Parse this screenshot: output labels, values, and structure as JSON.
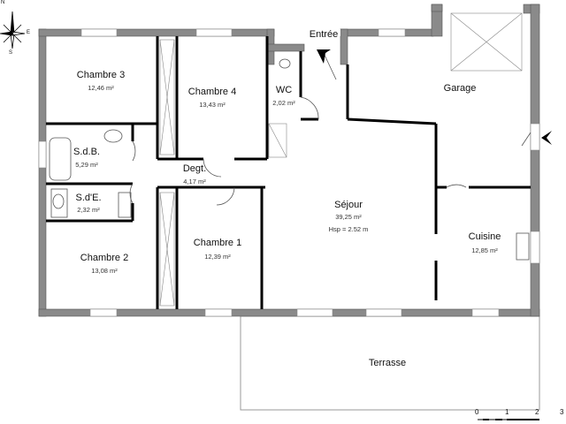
{
  "compass": {
    "north": "N",
    "east": "E",
    "south": "S"
  },
  "rooms": [
    {
      "id": "chambre3",
      "name": "Chambre 3",
      "area": "12,46 m²"
    },
    {
      "id": "chambre4",
      "name": "Chambre 4",
      "area": "13,43 m²"
    },
    {
      "id": "wc",
      "name": "WC",
      "area": "2,02 m²"
    },
    {
      "id": "garage",
      "name": "Garage",
      "area": ""
    },
    {
      "id": "sdb",
      "name": "S.d.B.",
      "area": "5,29 m²"
    },
    {
      "id": "degt",
      "name": "Degt.",
      "area": "4,17 m²"
    },
    {
      "id": "sde",
      "name": "S.d'E.",
      "area": "2,32 m²"
    },
    {
      "id": "sejour",
      "name": "Séjour",
      "area": "39,25 m²",
      "height": "Hsp = 2.52 m"
    },
    {
      "id": "chambre1",
      "name": "Chambre 1",
      "area": "12,39 m²"
    },
    {
      "id": "chambre2",
      "name": "Chambre 2",
      "area": "13,08 m²"
    },
    {
      "id": "cuisine",
      "name": "Cuisine",
      "area": "12,85 m²"
    },
    {
      "id": "terrasse",
      "name": "Terrasse",
      "area": ""
    }
  ],
  "entrance_label": "Entrée",
  "scale": {
    "ticks": [
      "0",
      "1",
      "2",
      "3"
    ]
  },
  "colors": {
    "outer_wall": "#8a8a8a",
    "inner_wall": "#000000"
  }
}
